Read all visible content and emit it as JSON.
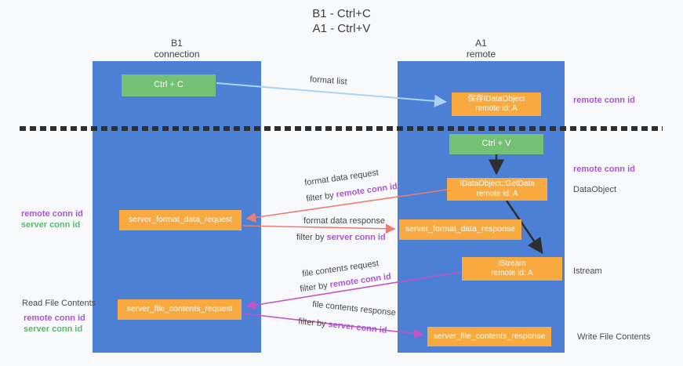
{
  "title": {
    "line1": "B1 - Ctrl+C",
    "line2": "A1 - Ctrl+V"
  },
  "lanes": {
    "left": {
      "name": "B1",
      "role": "connection"
    },
    "right": {
      "name": "A1",
      "role": "remote"
    }
  },
  "boxes": {
    "ctrl_c": {
      "label": "Ctrl + C"
    },
    "save_dataobject": {
      "line1": "保存IDataObject",
      "line2": "remote id: A"
    },
    "ctrl_v": {
      "label": "Ctrl + V"
    },
    "getdata": {
      "line1": "IDataObject::GetData",
      "line2": "remote id: A"
    },
    "server_format_data_request": {
      "label": "server_format_data_request"
    },
    "server_format_data_response": {
      "label": "server_format_data_response"
    },
    "istream": {
      "line1": "IStream",
      "line2": "remote id: A"
    },
    "server_file_contents_request": {
      "label": "server_file_contents_request"
    },
    "server_file_contents_response": {
      "label": "server_file_contents_response"
    }
  },
  "flows": {
    "format_list": {
      "label": "format list"
    },
    "format_data_request": {
      "label": "format data request",
      "filter_prefix": "filter by",
      "filter_key": "remote conn id"
    },
    "format_data_response": {
      "label": "format data response",
      "filter_prefix": "filter by",
      "filter_key": "server conn id"
    },
    "file_contents_request": {
      "label": "file contents request",
      "filter_prefix": "filter by",
      "filter_key": "remote conn id"
    },
    "file_contents_response": {
      "label": "file contents response",
      "filter_prefix": "filter by",
      "filter_key": "server conn id"
    }
  },
  "side_labels": {
    "left": {
      "pair1": {
        "remote": "remote conn id",
        "server": "server conn id"
      },
      "read_file": "Read File Contents",
      "pair2": {
        "remote": "remote conn id",
        "server": "server conn id"
      }
    },
    "right": {
      "remote_conn_1": "remote conn id",
      "remote_conn_2": "remote conn id",
      "dataobject": "DataObject",
      "istream": "Istream",
      "write_file": "Write File Contents"
    }
  },
  "colors": {
    "lane-blue": "#4b80d5",
    "box-green": "#74c175",
    "box-orange": "#f8a93f",
    "purple": "#a957d0",
    "green-text": "#58ba6e",
    "salmon": "#e87f74",
    "magenta": "#c653c6",
    "lightblue": "#aad4f5",
    "dark": "#3d3d3d"
  }
}
